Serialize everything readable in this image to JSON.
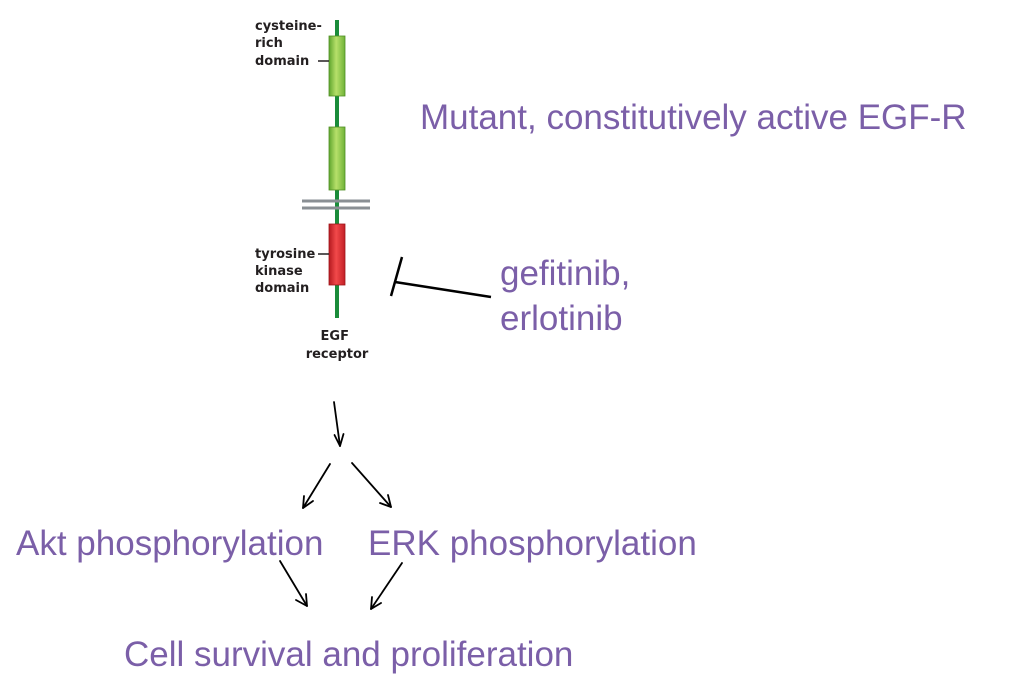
{
  "receptor": {
    "cysteine_label": [
      "cysteine-",
      "rich",
      "domain"
    ],
    "kinase_label": [
      "tyrosine",
      "kinase",
      "domain"
    ],
    "receptor_label": [
      "EGF",
      "receptor"
    ]
  },
  "mutant_label": "Mutant, constitutively active EGF-R",
  "inhibitors": [
    "gefitinib,",
    "erlotinib"
  ],
  "pathways": {
    "akt": "Akt phosphorylation",
    "erk": "ERK phosphorylation"
  },
  "outcome": "Cell survival and proliferation",
  "colors": {
    "stalk": "#1a8c3a",
    "extracellular_domain": "#8cc63f",
    "kinase_domain": "#d7262b",
    "membrane": "#8a8f94",
    "text": "#7b5fa8"
  }
}
